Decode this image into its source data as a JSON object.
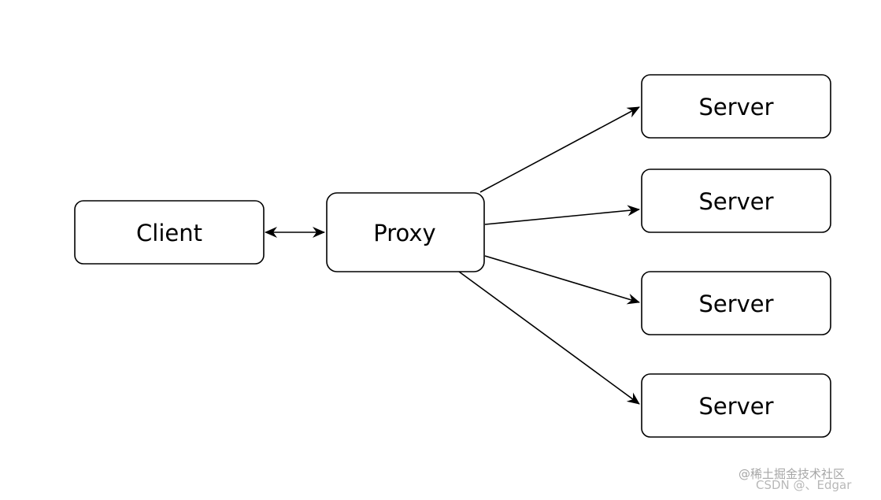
{
  "diagram": {
    "nodes": {
      "client": "Client",
      "proxy": "Proxy",
      "servers": [
        "Server",
        "Server",
        "Server",
        "Server"
      ]
    },
    "edges": [
      {
        "from": "client",
        "to": "proxy",
        "bidirectional": true
      },
      {
        "from": "proxy",
        "to": "server-1"
      },
      {
        "from": "proxy",
        "to": "server-2"
      },
      {
        "from": "proxy",
        "to": "server-3"
      },
      {
        "from": "proxy",
        "to": "server-4"
      }
    ],
    "colors": {
      "stroke": "#000000",
      "background": "#ffffff"
    }
  },
  "watermark": {
    "line1": "@稀土掘金技术社区",
    "line2": "CSDN @、Edgar"
  }
}
